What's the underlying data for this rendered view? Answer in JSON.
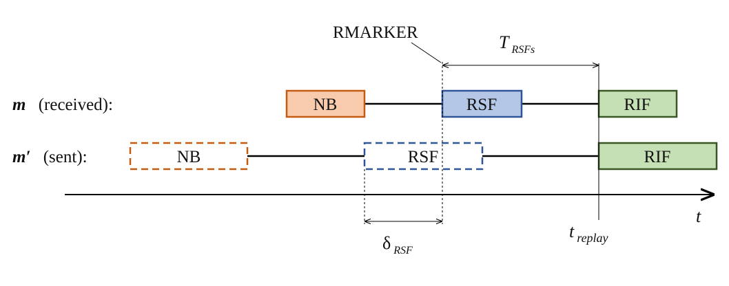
{
  "diagram": {
    "marker_label": "RMARKER",
    "rows": {
      "received": {
        "symbol": "m",
        "label": "(received):"
      },
      "sent": {
        "symbol": "m′",
        "label": "(sent):"
      }
    },
    "boxes": {
      "nb": "NB",
      "rsf": "RSF",
      "rif": "RIF"
    },
    "t_rsfs": {
      "main": "T",
      "sub": "RSFs"
    },
    "delta_rsf": {
      "main": "δ",
      "sub": "RSF"
    },
    "t_replay": {
      "main": "t",
      "sub": "replay"
    },
    "time_axis_label": "t",
    "colors": {
      "nb_stroke": "#c55a11",
      "nb_fill": "#f8cbad",
      "rsf_stroke": "#2f5597",
      "rsf_fill": "#b4c7e7",
      "rif_stroke": "#385723",
      "rif_fill": "#c5e0b4",
      "line": "#000000"
    }
  }
}
